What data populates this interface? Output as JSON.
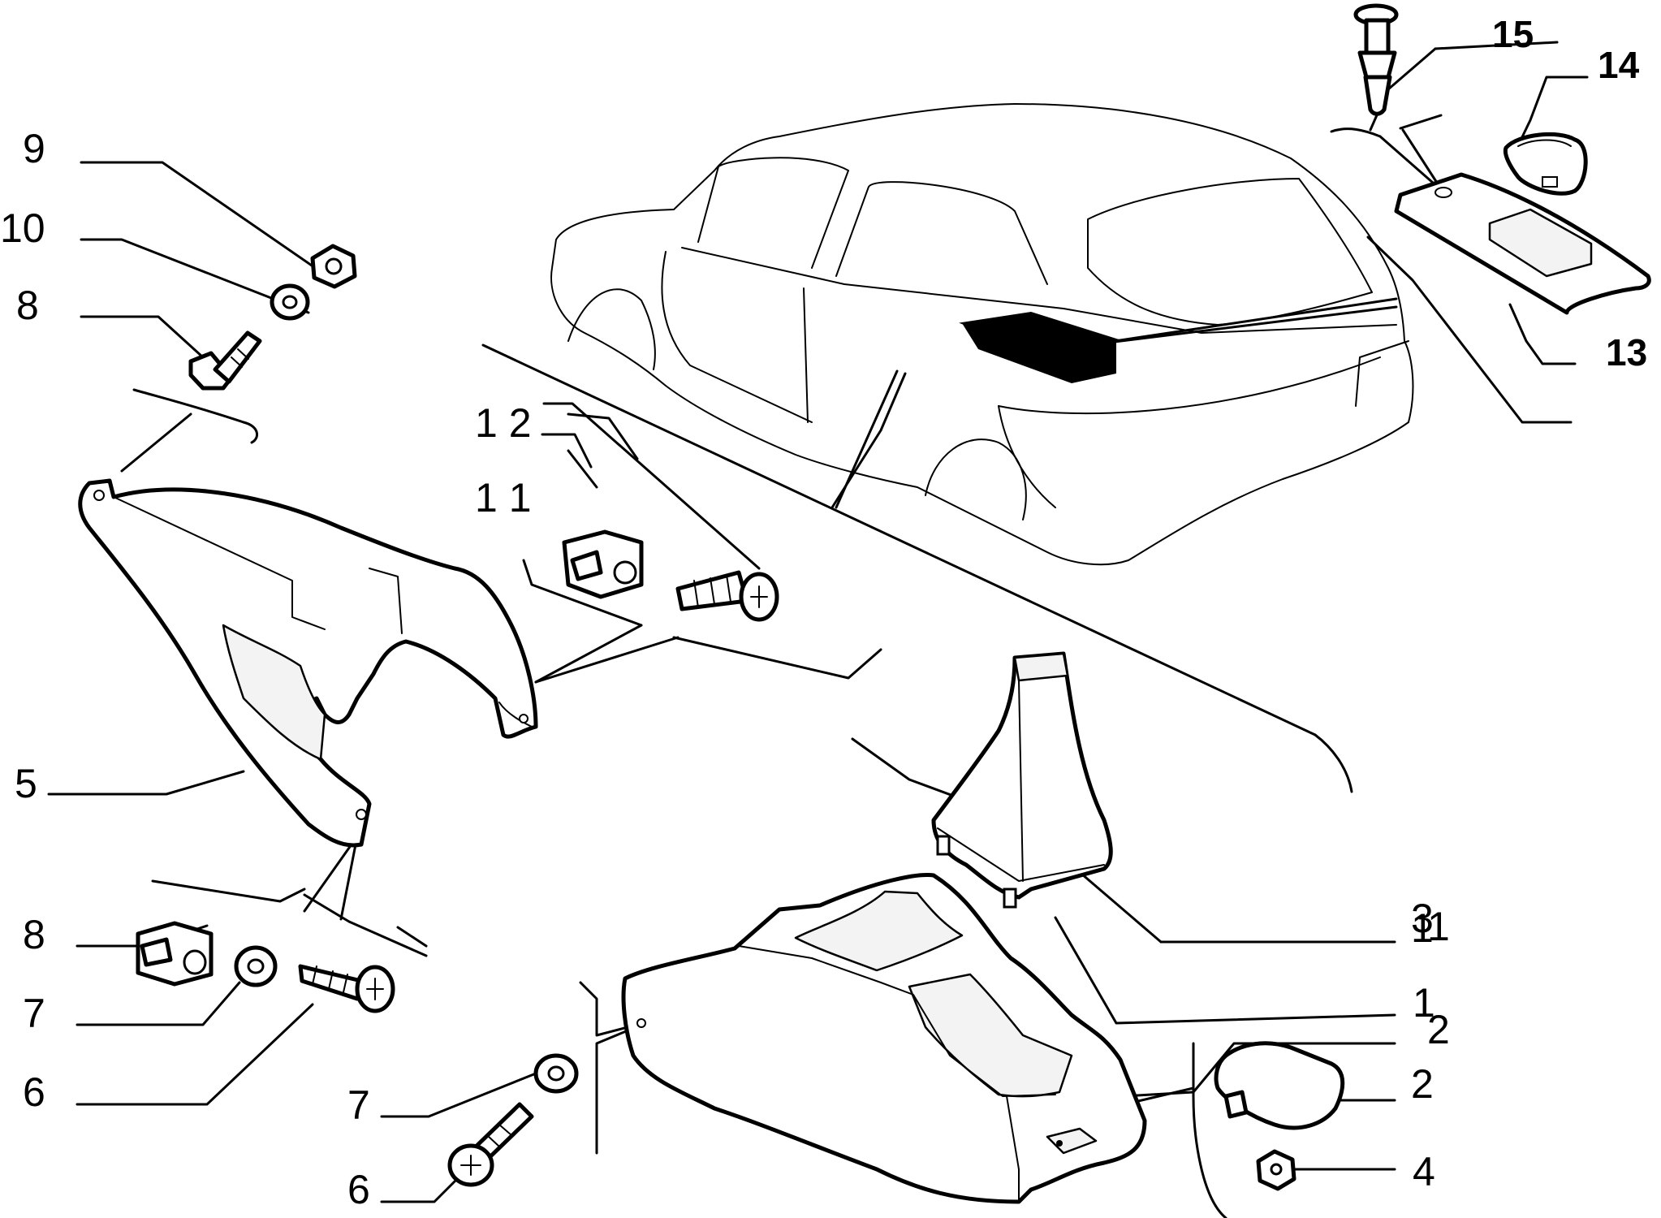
{
  "diagram": {
    "callouts": [
      {
        "id": "c1",
        "text": "1"
      },
      {
        "id": "c2",
        "text": "2"
      },
      {
        "id": "c3",
        "text": "3"
      },
      {
        "id": "c4",
        "text": "4"
      },
      {
        "id": "c5",
        "text": "5"
      },
      {
        "id": "c6a",
        "text": "6"
      },
      {
        "id": "c6b",
        "text": "6"
      },
      {
        "id": "c7a",
        "text": "7"
      },
      {
        "id": "c7b",
        "text": "7"
      },
      {
        "id": "c8a",
        "text": "8"
      },
      {
        "id": "c8b",
        "text": "8"
      },
      {
        "id": "c9",
        "text": "9"
      },
      {
        "id": "c10",
        "text": "10"
      },
      {
        "id": "c11",
        "text": "1 1"
      },
      {
        "id": "c12",
        "text": "1 2"
      },
      {
        "id": "c13",
        "text": "13"
      },
      {
        "id": "c14",
        "text": "14"
      },
      {
        "id": "c15",
        "text": "15"
      }
    ]
  }
}
